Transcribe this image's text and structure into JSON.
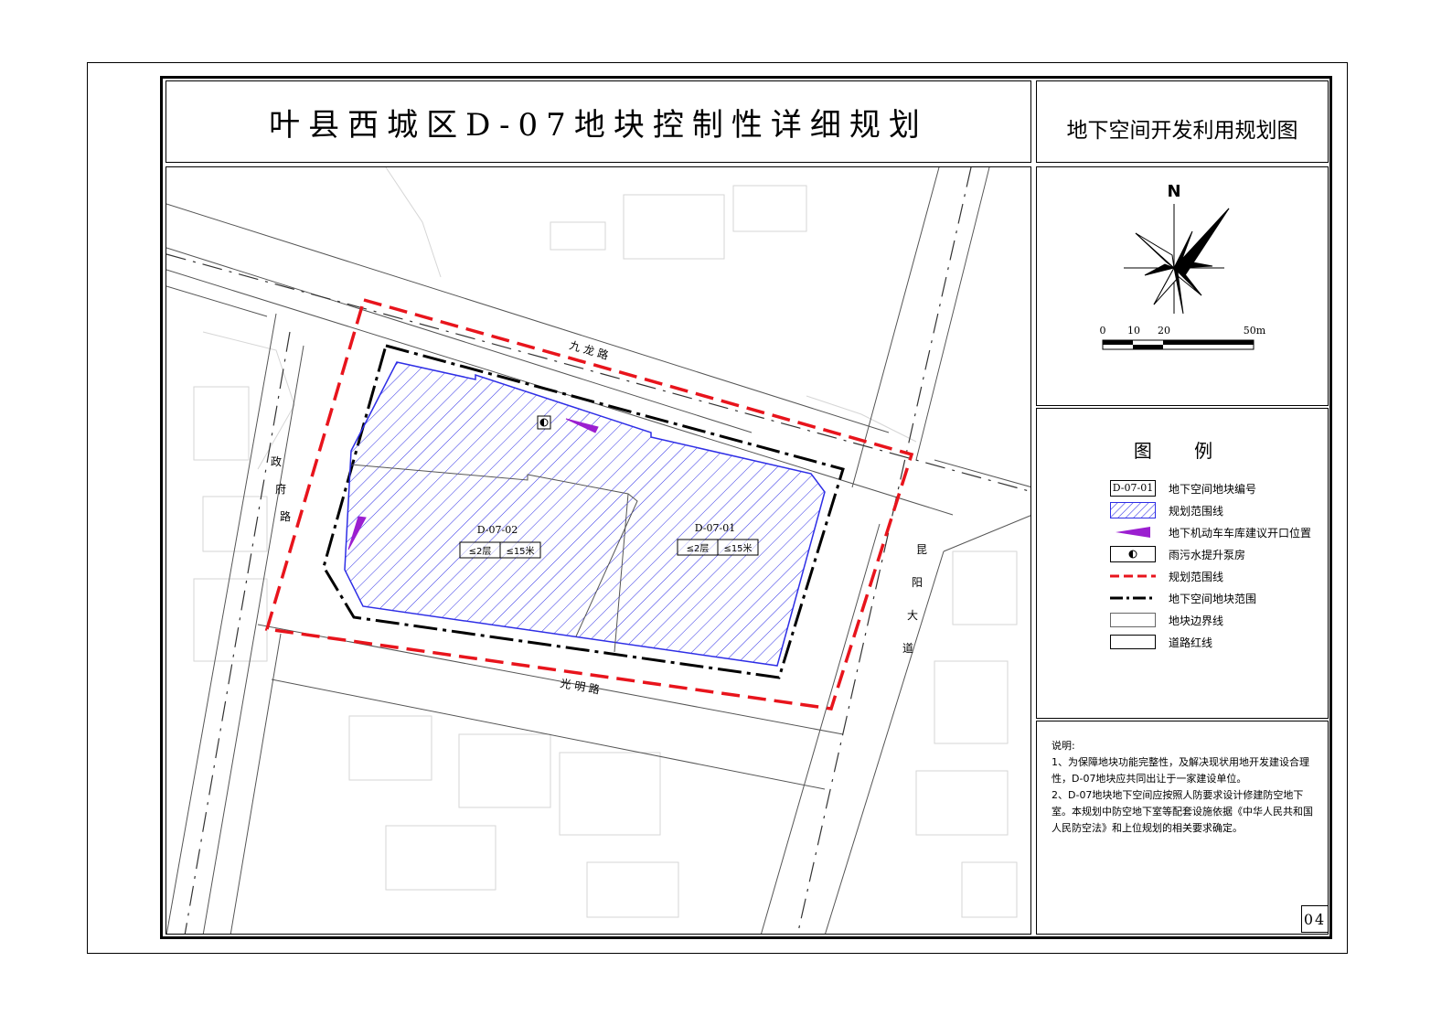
{
  "header": {
    "title": "叶县西城区D-07地块控制性详细规划",
    "subtitle": "地下空间开发利用规划图"
  },
  "north": {
    "label": "N"
  },
  "scale": {
    "ticks": [
      "0",
      "10",
      "20",
      "50m"
    ]
  },
  "map": {
    "roads": {
      "north": "九 龙 路",
      "west": "政 府 路",
      "south": "光 明 路",
      "east": "昆 阳 大 道"
    },
    "parcels": [
      {
        "code": "D-07-02",
        "floors": "≤2层",
        "depth": "≤15米"
      },
      {
        "code": "D-07-01",
        "floors": "≤2层",
        "depth": "≤15米"
      }
    ]
  },
  "legend": {
    "title": "图 例",
    "items": [
      {
        "symbol": "D-07-01",
        "label": "地下空间地块编号"
      },
      {
        "label": "规划范围线"
      },
      {
        "label": "地下机动车车库建议开口位置"
      },
      {
        "label": "雨污水提升泵房"
      },
      {
        "label": "规划范围线"
      },
      {
        "label": "地下空间地块范围"
      },
      {
        "label": "地块边界线"
      },
      {
        "label": "道路红线"
      }
    ]
  },
  "notes": {
    "heading": "说明:",
    "lines": [
      "1、为保障地块功能完整性，及解决现状用地开发建设合理性，D-07地块应共同出让于一家建设单位。",
      "2、D-07地块地下空间应按照人防要求设计修建防空地下室。本规划中防空地下室等配套设施依据《中华人民共和国人民防空法》和上位规划的相关要求确定。"
    ]
  },
  "page_number": "04",
  "colors": {
    "hatch": "#2e2ee6",
    "planning_boundary": "#e8141c",
    "entrance": "#9b1fd0"
  }
}
